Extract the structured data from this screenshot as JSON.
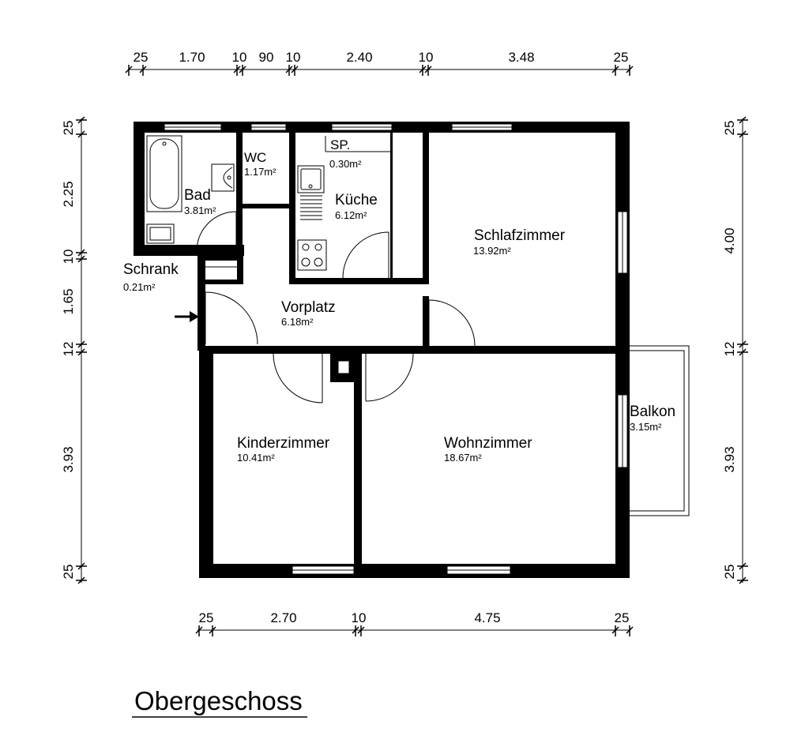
{
  "plan": {
    "title": "Obergeschoss",
    "rooms": {
      "bad": {
        "name": "Bad",
        "area": "3.81m²"
      },
      "wc": {
        "name": "WC",
        "area": "1.17m²"
      },
      "sp": {
        "name": "SP.",
        "area": "0.30m²"
      },
      "kueche": {
        "name": "Küche",
        "area": "6.12m²"
      },
      "schlafzimmer": {
        "name": "Schlafzimmer",
        "area": "13.92m²"
      },
      "schrank": {
        "name": "Schrank",
        "area": "0.21m²"
      },
      "vorplatz": {
        "name": "Vorplatz",
        "area": "6.18m²"
      },
      "kinderzimmer": {
        "name": "Kinderzimmer",
        "area": "10.41m²"
      },
      "wohnzimmer": {
        "name": "Wohnzimmer",
        "area": "18.67m²"
      },
      "balkon": {
        "name": "Balkon",
        "area": "3.15m²"
      }
    },
    "dims": {
      "top": [
        "25",
        "1.70",
        "10",
        "90",
        "10",
        "2.40",
        "10",
        "3.48",
        "25"
      ],
      "bottom": [
        "25",
        "2.70",
        "10",
        "4.75",
        "25"
      ],
      "left": [
        "25",
        "2.25",
        "10",
        "1.65",
        "12",
        "3.93",
        "25"
      ],
      "right": [
        "25",
        "4.00",
        "12",
        "3.93",
        "25"
      ]
    }
  }
}
